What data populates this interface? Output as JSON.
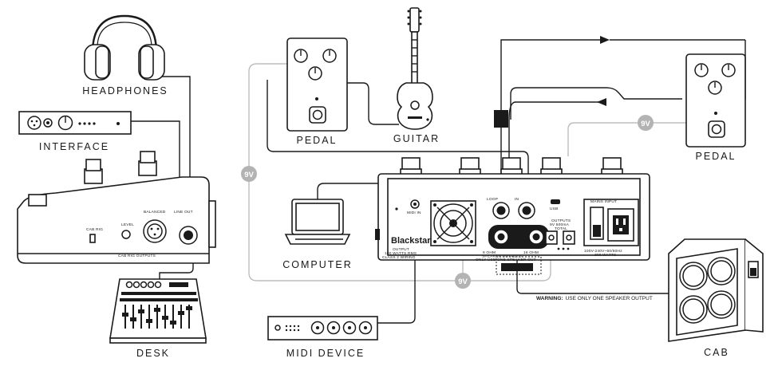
{
  "labels": {
    "headphones": "HEADPHONES",
    "interface": "INTERFACE",
    "desk": "DESK",
    "pedal_left": "PEDAL",
    "guitar": "GUITAR",
    "computer": "COMPUTER",
    "midi_device": "MIDI DEVICE",
    "pedal_right": "PEDAL",
    "cab": "CAB"
  },
  "power_badges": {
    "left": "9V",
    "right": "9V",
    "bottom": "9V"
  },
  "amp": {
    "brand": "Blackstar",
    "midi_in": "MIDI IN",
    "loop": "LOOP",
    "loop_in": "IN",
    "usb": "USB",
    "output_line1": "OUTPUT",
    "output_line2": "100 WATTS RMS",
    "output_line3": "CLASS 2 WIRING",
    "ohm8": "8 OHM",
    "ohm16": "16 OHM",
    "speaker_outputs": "SPEAKER OUTPUTS",
    "only_one": "ONLY USE ONE SPEAKER OUT",
    "outputs_line1": "OUTPUTS",
    "outputs_line2": "9V 500mA",
    "outputs_line3": "TOTAL",
    "mains_input": "MAINS INPUT",
    "mains_line1": "100V-240V~50/60Hz",
    "mains_line2": "300 WATTS"
  },
  "warning": {
    "bold": "WARNING:",
    "text": "USE ONLY ONE SPEAKER OUTPUT"
  },
  "cab_rig": {
    "cab_rig": "CAB RIG",
    "level": "LEVEL",
    "balanced": "BALANCED",
    "line_out": "LINE OUT",
    "outputs": "CAB RIG OUTPUTS"
  },
  "colors": {
    "line": "#1a1a1a",
    "power_line": "#bdbdbd",
    "badge": "#b3b3b3"
  }
}
